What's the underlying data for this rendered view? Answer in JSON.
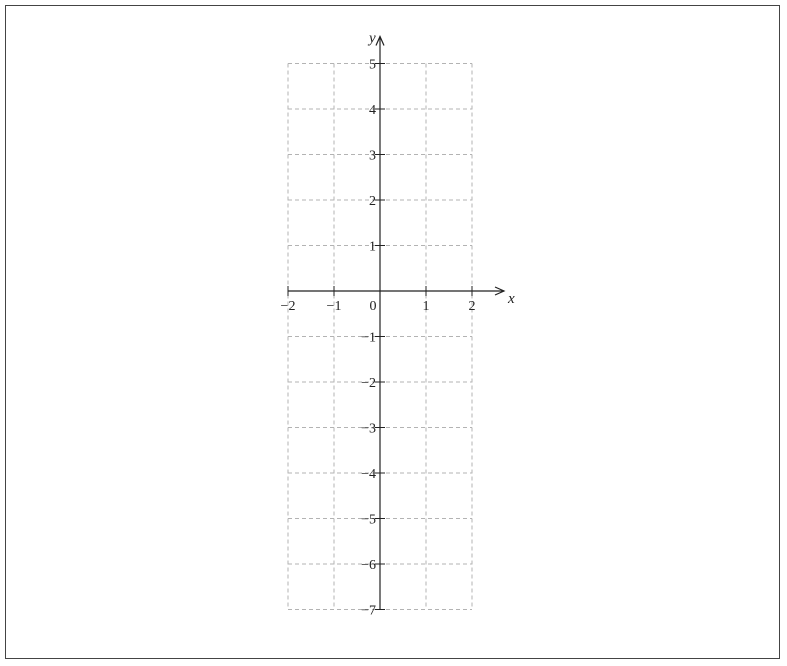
{
  "chart_data": {
    "type": "scatter",
    "title": "",
    "xlabel": "x",
    "ylabel": "y",
    "xlim": [
      -2,
      2
    ],
    "ylim": [
      -7,
      5
    ],
    "x_ticks": [
      -2,
      -1,
      0,
      1,
      2
    ],
    "y_ticks": [
      -7,
      -6,
      -5,
      -4,
      -3,
      -2,
      -1,
      1,
      2,
      3,
      4,
      5
    ],
    "x_tick_labels": [
      "−2",
      "−1",
      "0",
      "1",
      "2"
    ],
    "y_tick_labels": [
      "−7",
      "−6",
      "−5",
      "−4",
      "−3",
      "−2",
      "−1",
      "1",
      "2",
      "3",
      "4",
      "5"
    ],
    "grid": true,
    "grid_style": "dashed",
    "series": [],
    "colors": {
      "axis": "#222222",
      "grid": "#b3b3b3",
      "frame": "#444444"
    }
  }
}
